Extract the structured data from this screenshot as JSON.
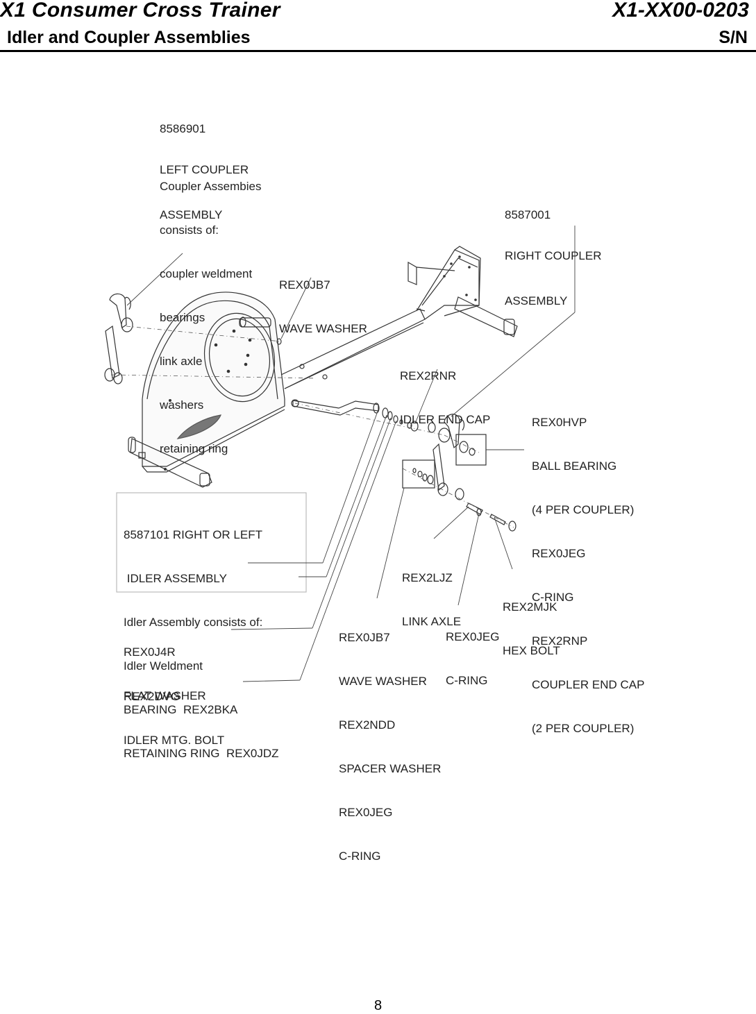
{
  "header": {
    "title": "X1 Consumer Cross Trainer",
    "part_number": "X1-XX00-0203",
    "subtitle": "Idler and Coupler Assemblies",
    "serial_label": "S/N"
  },
  "labels": {
    "left_coupler": [
      "8586901",
      "LEFT COUPLER",
      "ASSEMBLY"
    ],
    "coupler_contents": [
      "Coupler Assembies",
      "consists of:",
      "coupler weldment",
      "bearings",
      "link axle",
      "washers",
      "retaining ring"
    ],
    "right_coupler": [
      "8587001",
      "RIGHT COUPLER",
      "ASSEMBLY"
    ],
    "wave_washer_top": [
      "REX0JB7",
      "WAVE WASHER"
    ],
    "idler_end_cap": [
      "REX2RNR",
      "IDLER END CAP"
    ],
    "right_stack": [
      "REX0HVP",
      "BALL BEARING",
      "(4 PER COUPLER)",
      "REX0JEG",
      "C-RING",
      "REX2RNP",
      "COUPLER END CAP",
      "(2 PER COUPLER)"
    ],
    "idler_assembly": [
      "8587101 RIGHT OR LEFT",
      " IDLER ASSEMBLY",
      "Idler Assembly consists of:",
      "Idler Weldment",
      "BEARING  REX2BKA",
      "RETAINING RING  REX0JDZ"
    ],
    "link_axle": [
      "REX2LJZ",
      "LINK AXLE"
    ],
    "hex_bolt": [
      "REX2MJK",
      "HEX BOLT"
    ],
    "c_ring_mid": [
      "REX0JEG",
      "C-RING"
    ],
    "lower_stack": [
      "REX0JB7",
      "WAVE WASHER",
      "REX2NDD",
      "SPACER WASHER",
      "REX0JEG",
      "C-RING"
    ],
    "flat_washer": [
      "REX0J4R",
      "FLAT WASHER"
    ],
    "idler_bolt": [
      "REX2DVG",
      "IDLER MTG. BOLT"
    ]
  },
  "page_number": "8"
}
